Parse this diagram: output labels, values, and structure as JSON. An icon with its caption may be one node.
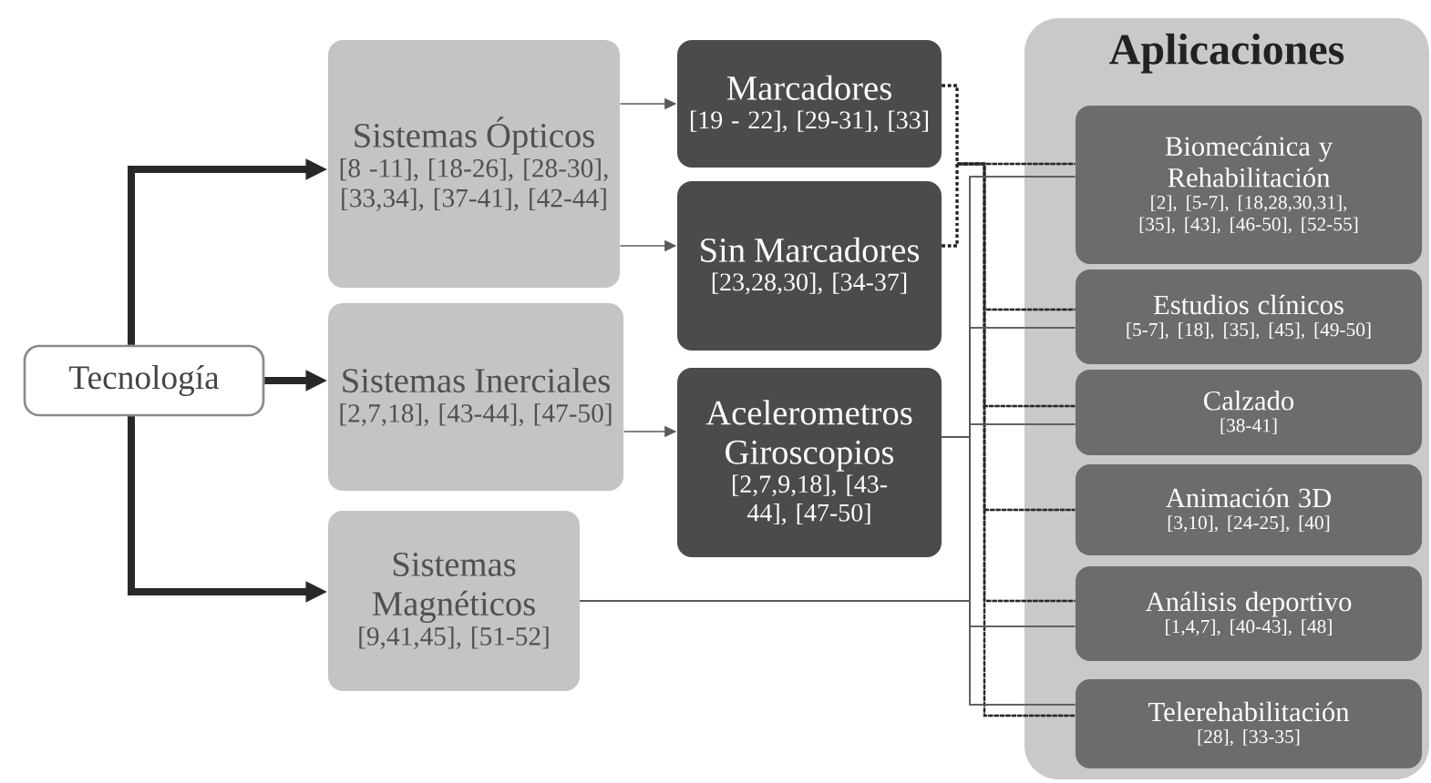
{
  "diagram": {
    "nodes": [
      {
        "text": [
          "Tecnología"
        ]
      },
      {
        "text": [
          "Sistemas Ópticos",
          "[8 -11], [18-26], [28-30], [33,34], [37-41], [42-44]"
        ]
      },
      {
        "text": [
          "Sistemas Inerciales",
          "[2,7,18], [43-44], [47-50]"
        ]
      },
      {
        "text": [
          "Sistemas Magnéticos",
          "[9,41,45], [51-52]"
        ]
      },
      {
        "text": [
          "Marcadores",
          "[19 - 22], [29-31], [33]"
        ]
      },
      {
        "text": [
          "Sin Marcadores",
          "[23,28,30], [34-37]"
        ]
      },
      {
        "text": [
          "Acelerometros Giroscopios",
          "[2,7,9,18], [43-44], [47-50]"
        ]
      },
      {
        "text": [
          "Aplicaciones"
        ]
      },
      {
        "text": [
          "Biomecánica y Rehabilitación",
          "[2], [5-7], [18,28,30,31], [35], [43], [46-50], [52-55]"
        ],
        "in": 7
      },
      {
        "text": [
          "Estudios clínicos",
          "[5-7], [18], [35], [45], [49-50]"
        ],
        "in": 7
      },
      {
        "text": [
          "Calzado",
          "[38-41]"
        ],
        "in": 7
      },
      {
        "text": [
          "Animación 3D",
          "[3,10], [24-25], [40]"
        ],
        "in": 7
      },
      {
        "text": [
          "Análisis deportivo",
          "[1,4,7], [40-43], [48]"
        ],
        "in": 7
      },
      {
        "text": [
          "Telerehabilitación",
          "[28], [33-35]"
        ],
        "in": 7
      }
    ],
    "edges": [
      {
        "from": 0,
        "to": 1,
        "arrow": "to",
        "style": "thick"
      },
      {
        "from": 0,
        "to": 2,
        "arrow": "to",
        "style": "thick"
      },
      {
        "from": 0,
        "to": 3,
        "arrow": "to",
        "style": "thick"
      },
      {
        "from": 1,
        "to": 4,
        "arrow": "to"
      },
      {
        "from": 1,
        "to": 5,
        "arrow": "to"
      },
      {
        "from": 2,
        "to": 6,
        "arrow": "to"
      },
      {
        "from": 4,
        "to": 8,
        "arrow": "none",
        "style": "dashed"
      },
      {
        "from": 4,
        "to": 9,
        "arrow": "none",
        "style": "dashed"
      },
      {
        "from": 4,
        "to": 10,
        "arrow": "none",
        "style": "dashed"
      },
      {
        "from": 4,
        "to": 11,
        "arrow": "none",
        "style": "dashed"
      },
      {
        "from": 4,
        "to": 12,
        "arrow": "none",
        "style": "dashed"
      },
      {
        "from": 4,
        "to": 13,
        "arrow": "none",
        "style": "dashed"
      },
      {
        "from": 5,
        "to": 8,
        "arrow": "none",
        "style": "dashed"
      },
      {
        "from": 5,
        "to": 9,
        "arrow": "none",
        "style": "dashed"
      },
      {
        "from": 5,
        "to": 10,
        "arrow": "none",
        "style": "dashed"
      },
      {
        "from": 5,
        "to": 11,
        "arrow": "none",
        "style": "dashed"
      },
      {
        "from": 5,
        "to": 12,
        "arrow": "none",
        "style": "dashed"
      },
      {
        "from": 5,
        "to": 13,
        "arrow": "none",
        "style": "dashed"
      },
      {
        "from": 6,
        "to": 8,
        "arrow": "none"
      },
      {
        "from": 6,
        "to": 9,
        "arrow": "none"
      },
      {
        "from": 6,
        "to": 10,
        "arrow": "none"
      },
      {
        "from": 6,
        "to": 12,
        "arrow": "none"
      },
      {
        "from": 6,
        "to": 13,
        "arrow": "none"
      },
      {
        "from": 3,
        "to": 8,
        "arrow": "none"
      },
      {
        "from": 3,
        "to": 9,
        "arrow": "none"
      },
      {
        "from": 3,
        "to": 10,
        "arrow": "none"
      },
      {
        "from": 3,
        "to": 12,
        "arrow": "none"
      },
      {
        "from": 3,
        "to": 13,
        "arrow": "none"
      }
    ]
  }
}
